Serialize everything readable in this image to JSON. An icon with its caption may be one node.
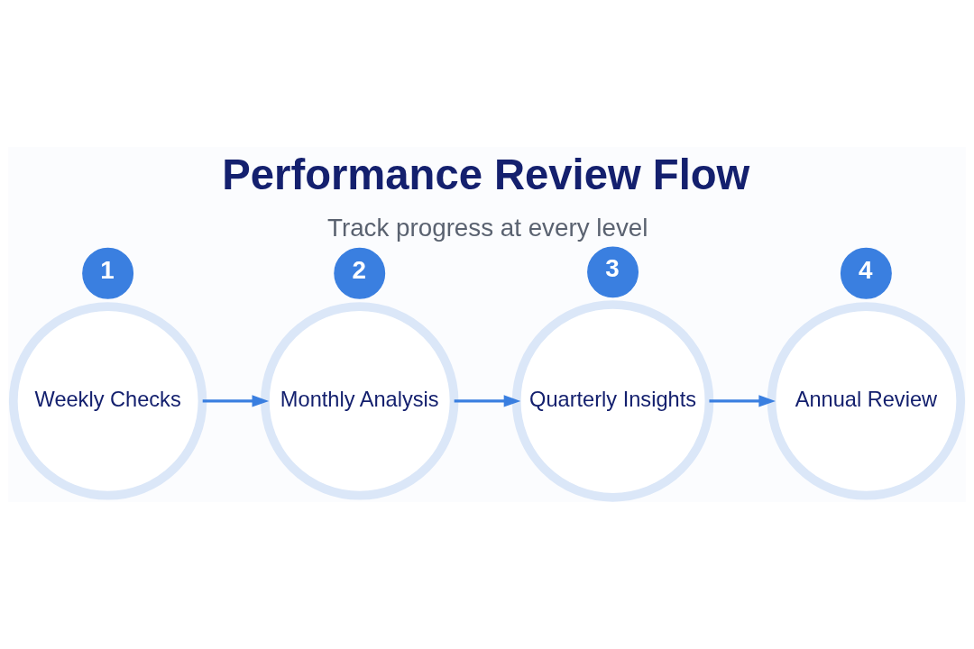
{
  "diagram": {
    "title": "Performance Review Flow",
    "caption": "Track progress at every level",
    "nodes": [
      {
        "text": [
          "1"
        ]
      },
      {
        "text": [
          "Weekly Checks"
        ]
      },
      {
        "text": [
          "2"
        ]
      },
      {
        "text": [
          "Monthly Analysis"
        ]
      },
      {
        "text": [
          "3"
        ]
      },
      {
        "text": [
          "Quarterly Insights"
        ]
      },
      {
        "text": [
          "4"
        ]
      },
      {
        "text": [
          "Annual Review"
        ]
      }
    ],
    "edges": [
      {
        "from": 1,
        "to": 3,
        "arrow": "to"
      },
      {
        "from": 3,
        "to": 5,
        "arrow": "to"
      },
      {
        "from": 5,
        "to": 7,
        "arrow": "to"
      }
    ]
  }
}
